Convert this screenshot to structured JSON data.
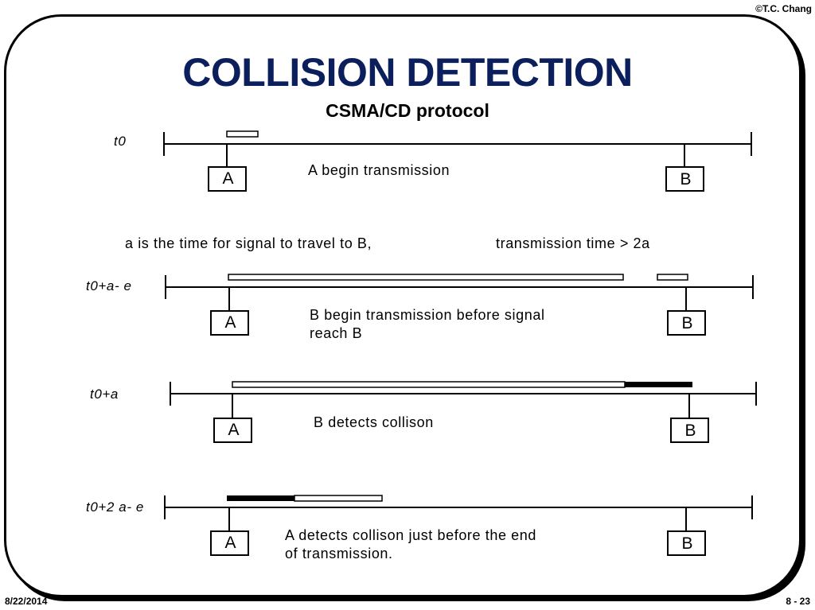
{
  "header": {
    "copyright": "©T.C. Chang"
  },
  "slide": {
    "title": "COLLISION DETECTION",
    "subtitle": "CSMA/CD protocol",
    "note_a": "a  is the time for signal to travel to B,",
    "note_transmission": "transmission time > 2a"
  },
  "stages": [
    {
      "time_label": "t0",
      "description_1": "A begin transmission",
      "description_2": "",
      "node_a": "A",
      "node_b": "B"
    },
    {
      "time_label": "t0+a- e",
      "description_1": "B begin transmission before signal",
      "description_2": "reach B",
      "node_a": "A",
      "node_b": "B"
    },
    {
      "time_label": "t0+a",
      "description_1": "B detects collison",
      "description_2": "",
      "node_a": "A",
      "node_b": "B"
    },
    {
      "time_label": "t0+2 a- e",
      "description_1": "A detects collison just before the end",
      "description_2": "of transmission.",
      "node_a": "A",
      "node_b": "B"
    }
  ],
  "footer": {
    "date": "8/22/2014",
    "page": "8 - 23"
  },
  "colors": {
    "title": "#0b1f5c",
    "line": "#000000",
    "collision": "#000000"
  }
}
